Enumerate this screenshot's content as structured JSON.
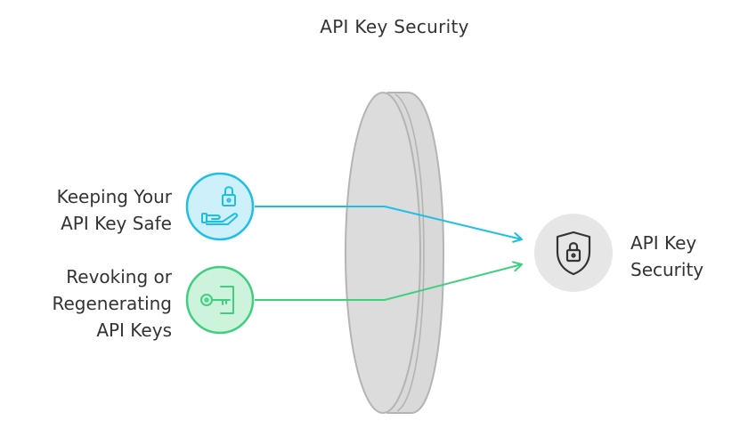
{
  "title": "API Key Security",
  "inputs": [
    {
      "lines": [
        "Keeping Your",
        "API Key Safe"
      ],
      "icon": "hand-lock-icon",
      "color": "#1ebfe6",
      "fill": "#cdf0fb"
    },
    {
      "lines": [
        "Revoking or",
        "Regenerating",
        "API Keys"
      ],
      "icon": "key-door-icon",
      "color": "#3fcf7f",
      "fill": "#cdf3dc"
    }
  ],
  "lens": {
    "fill": "#dcdcdc",
    "stroke": "#b4b4b4"
  },
  "output": {
    "lines": [
      "API Key",
      "Security"
    ],
    "icon": "shield-lock-icon",
    "fill": "#e6e6e6",
    "stroke": "#333333"
  }
}
